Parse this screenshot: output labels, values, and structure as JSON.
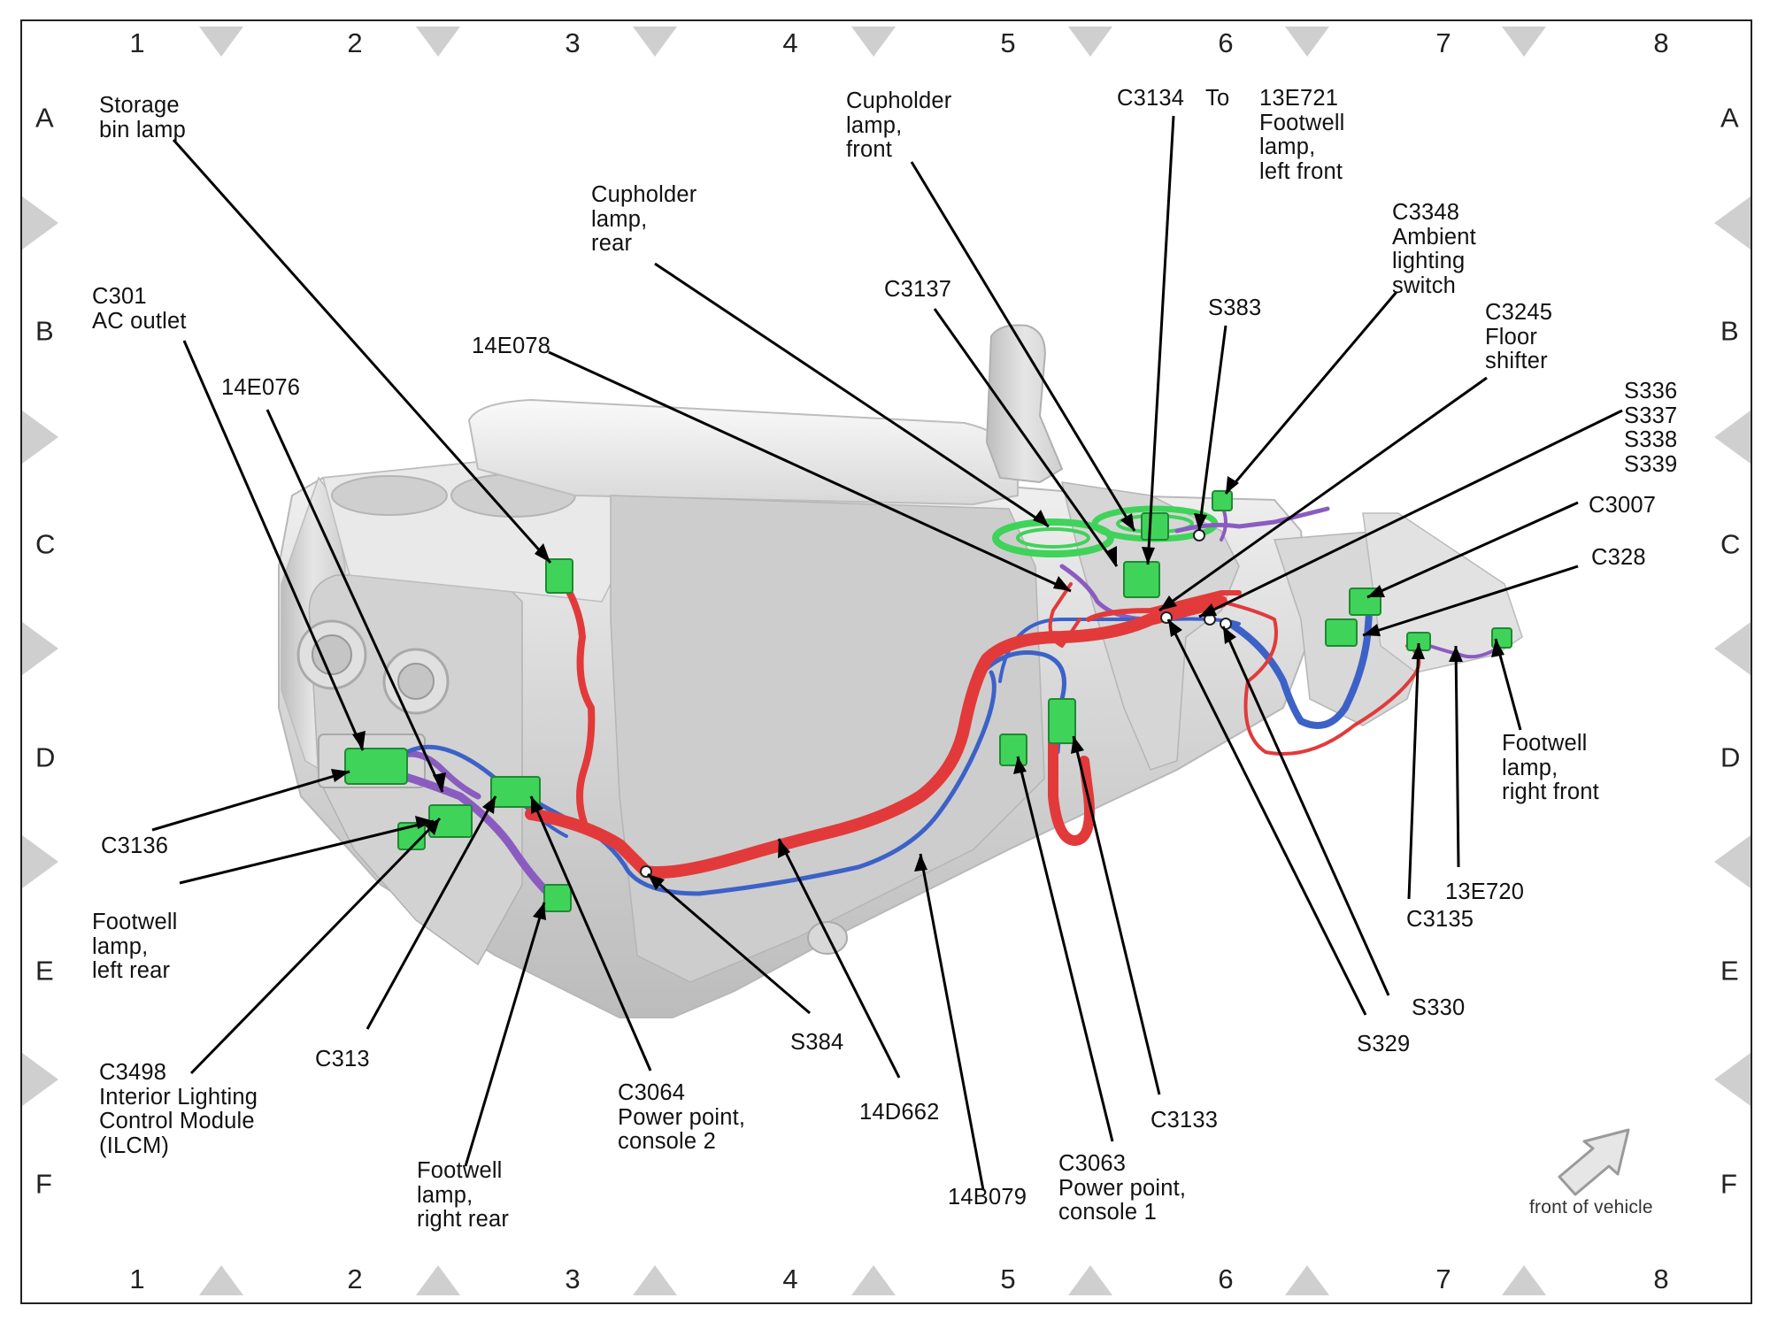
{
  "grid": {
    "columns": [
      "1",
      "2",
      "3",
      "4",
      "5",
      "6",
      "7",
      "8"
    ],
    "rows": [
      "A",
      "B",
      "C",
      "D",
      "E",
      "F"
    ]
  },
  "colors": {
    "harness_red": "#e23a3a",
    "harness_blue": "#3c62c8",
    "harness_purple": "#8a5cc0",
    "connector_green": "#3fd35a",
    "console_gray": "#d9d9d9",
    "grid_marker_gray": "#cfcfcf"
  },
  "labels": {
    "storage_bin_lamp": "Storage\nbin lamp",
    "c301_ac_outlet": "C301\nAC outlet",
    "e076": "14E076",
    "e078": "14E078",
    "cupholder_rear": "Cupholder\nlamp,\nrear",
    "cupholder_front": "Cupholder\nlamp,\nfront",
    "c3137": "C3137",
    "c3134": "C3134",
    "to": "To",
    "footwell_left_front": "13E721\nFootwell\nlamp,\nleft front",
    "c3348": "C3348\nAmbient\nlighting\nswitch",
    "s383": "S383",
    "c3245": "C3245\nFloor\nshifter",
    "splices": "S336\nS337\nS338\nS339",
    "c3007": "C3007",
    "c328": "C328",
    "footwell_right_front": "Footwell\nlamp,\nright front",
    "e720": "13E720",
    "c3135": "C3135",
    "s330": "S330",
    "s329": "S329",
    "c3133": "C3133",
    "c3063": "C3063\nPower point,\nconsole 1",
    "b079": "14B079",
    "d662": "14D662",
    "s384": "S384",
    "c3064": "C3064\nPower point,\nconsole 2",
    "footwell_right_rear": "Footwell\nlamp,\nright rear",
    "c313": "C313",
    "c3498": "C3498\nInterior Lighting\nControl Module\n(ILCM)",
    "footwell_left_rear": "Footwell\nlamp,\nleft rear",
    "c3136": "C3136",
    "front_of_vehicle": "front of vehicle"
  }
}
